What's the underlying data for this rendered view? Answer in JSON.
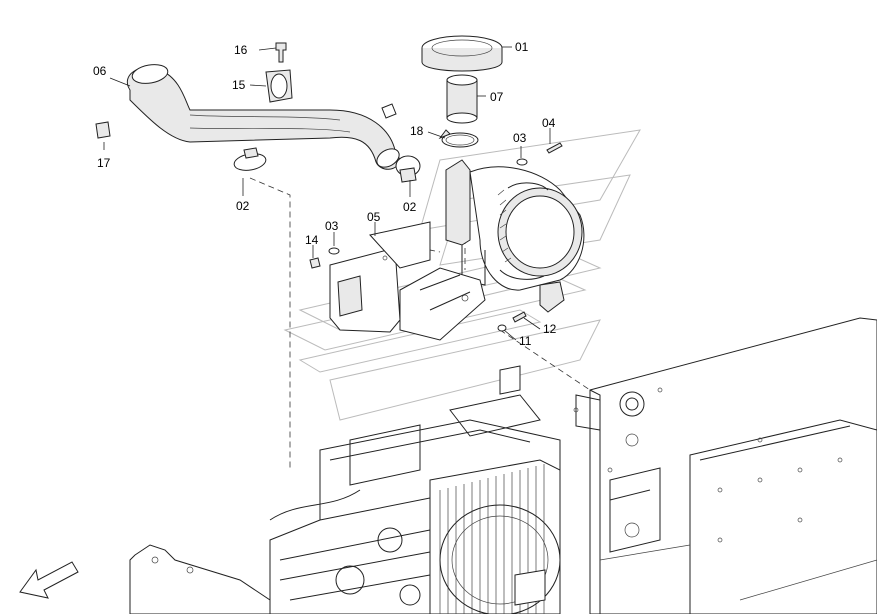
{
  "callouts": {
    "c01": "01",
    "c07": "07",
    "c16": "16",
    "c15": "15",
    "c06": "06",
    "c17": "17",
    "c02a": "02",
    "c02b": "02",
    "c18": "18",
    "c03a": "03",
    "c04": "04",
    "c03b": "03",
    "c05": "05",
    "c14": "14",
    "c12": "12",
    "c11": "11"
  },
  "colors": {
    "line": "#222222",
    "fill": "#e9e9e9",
    "watermark": "#bbbbbb"
  },
  "icons": {
    "direction_arrow": "arrow-down-left-icon"
  }
}
